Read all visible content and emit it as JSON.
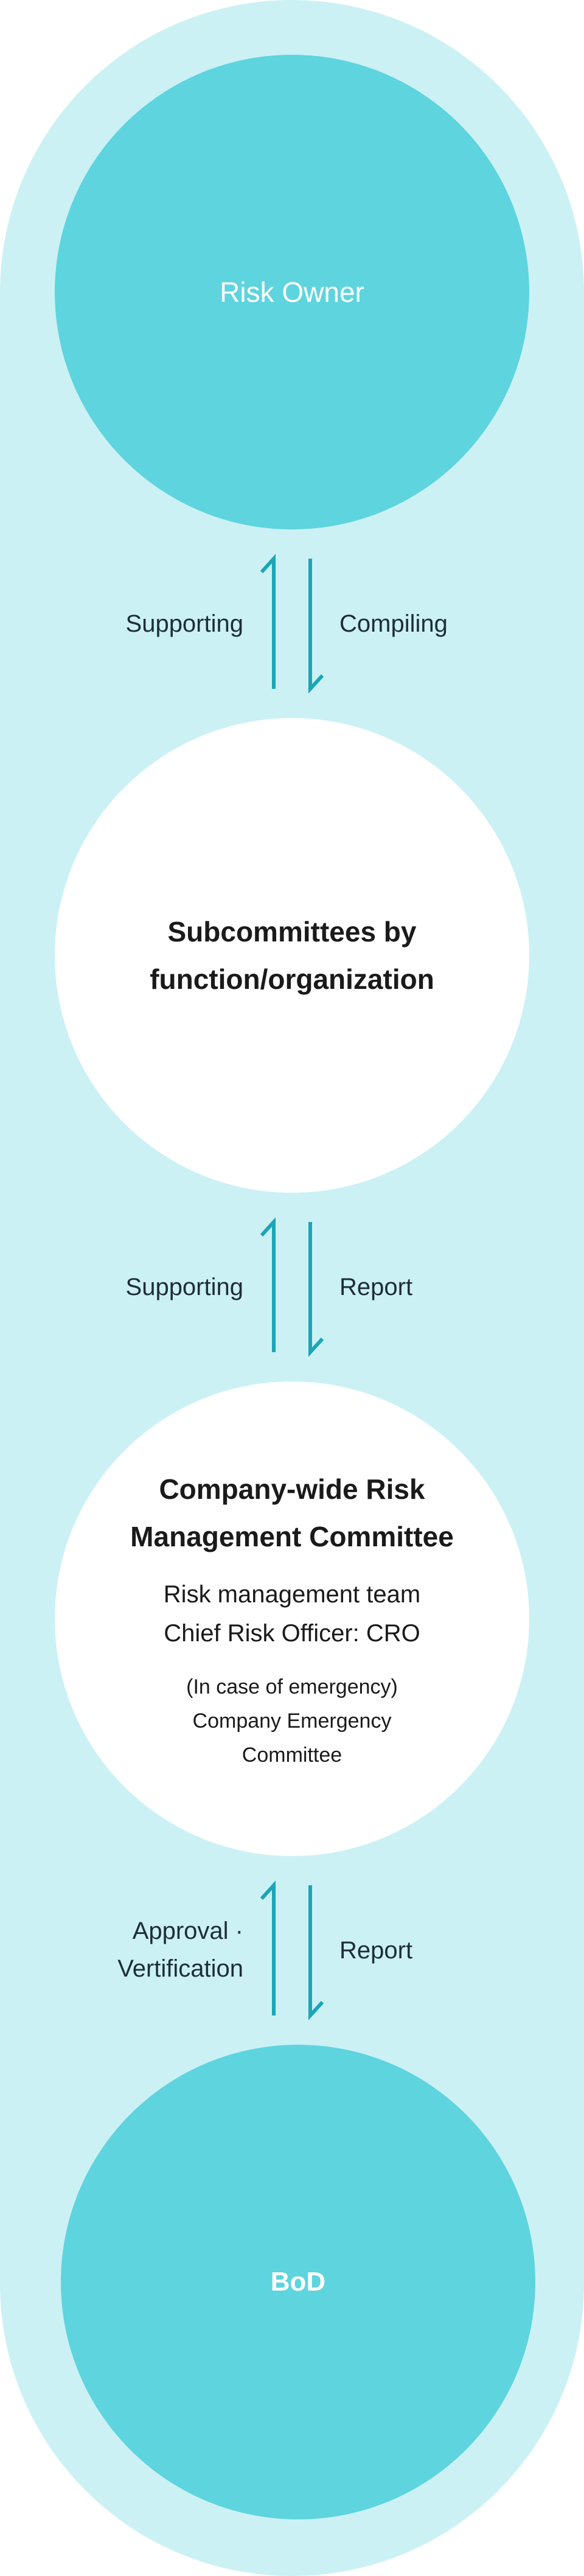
{
  "nodes": {
    "risk_owner": "Risk Owner",
    "subcommittees": [
      "Subcommittees by",
      "function/organization"
    ],
    "company_committee": {
      "title": [
        "Company-wide Risk",
        "Management Committee"
      ],
      "team": [
        "Risk management team",
        "Chief Risk Officer: CRO"
      ],
      "emergency": [
        "(In case of emergency)",
        "Company Emergency",
        "Committee"
      ]
    },
    "bod": "BoD"
  },
  "connectors": [
    {
      "left": [
        "Supporting"
      ],
      "right": "Compiling"
    },
    {
      "left": [
        "Supporting"
      ],
      "right": "Report"
    },
    {
      "left": [
        "Approval ·",
        "Vertification"
      ],
      "right": "Report"
    }
  ],
  "colors": {
    "background": "#cbf1f5",
    "teal_circle": "#5ed4de",
    "arrow": "#1aa6b7"
  }
}
